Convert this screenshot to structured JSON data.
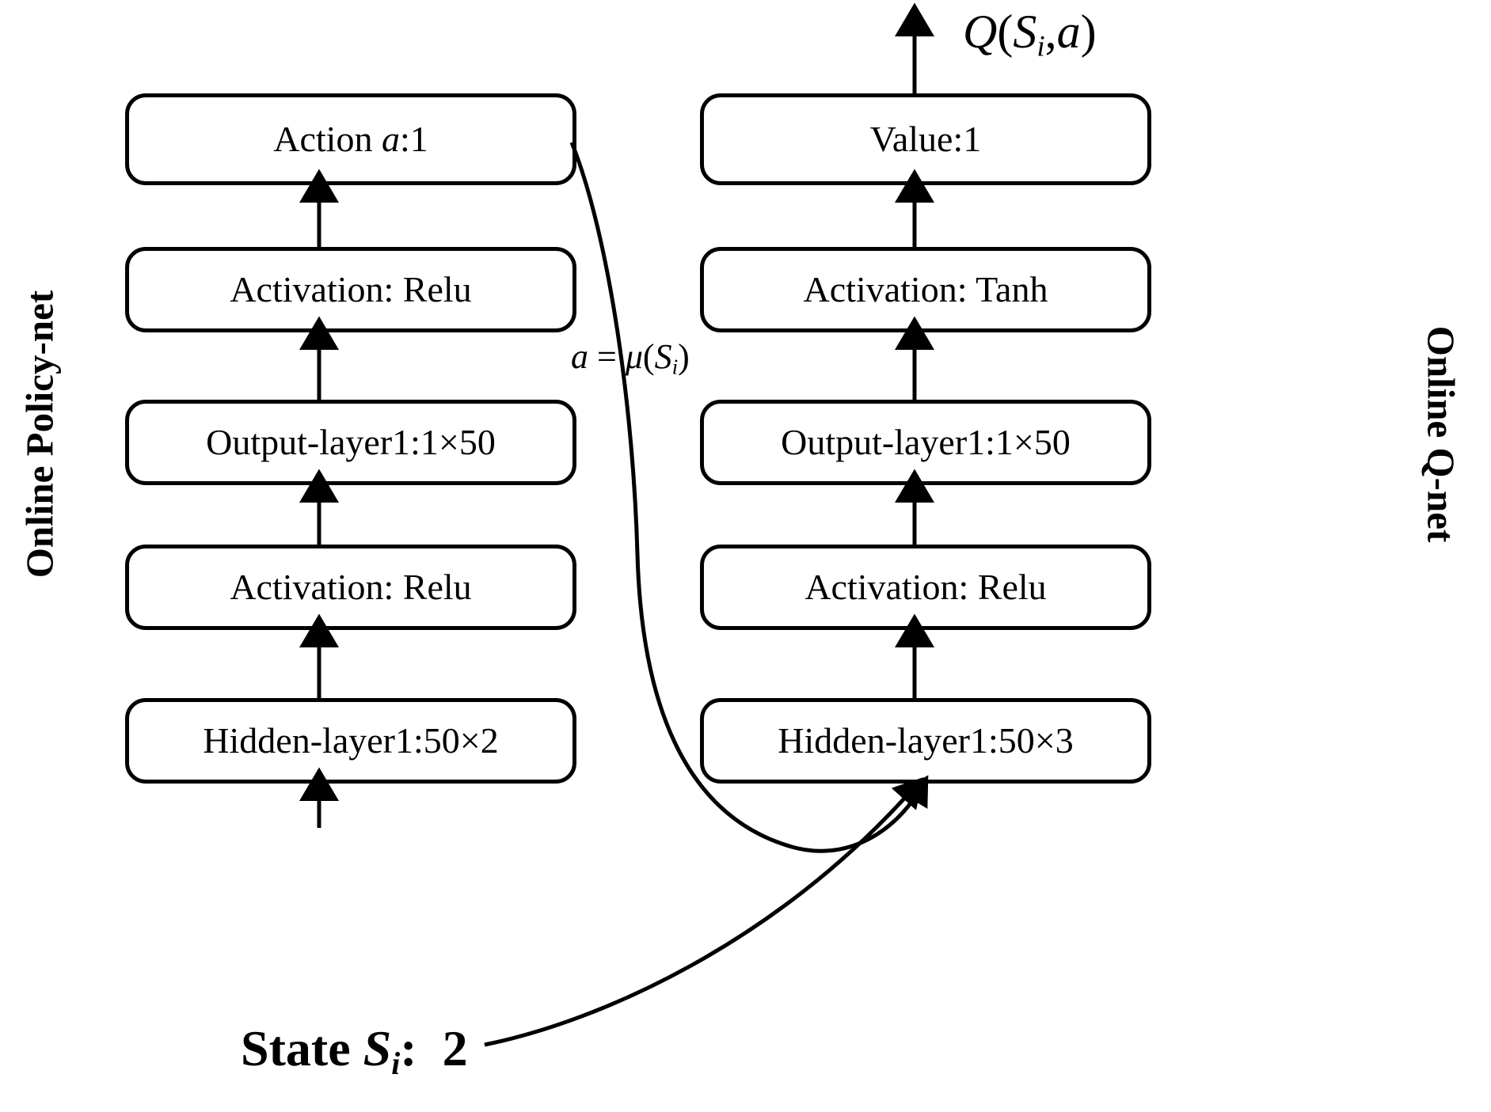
{
  "diagram": {
    "title": "Online Policy-net and Online Q-net architecture",
    "background": "#ffffff",
    "stroke": "#000000"
  },
  "captions": {
    "left": "Online Policy-net",
    "right": "Online Q-net"
  },
  "labels": {
    "q_output": "Q(Sᵢ,a)",
    "q_output_parts": {
      "fn": "Q",
      "open": "(",
      "state": "S",
      "sub": "i",
      "comma": ",",
      "action": "a",
      "close": ")"
    },
    "policy_map": "a = μ(Sᵢ)",
    "policy_map_parts": {
      "action": "a",
      "eq": "=",
      "mu": "μ",
      "open": "(",
      "state": "S",
      "sub": "i",
      "close": ")"
    },
    "state_input": "State Sᵢ: 2",
    "state_input_parts": {
      "word": "State",
      "symbol": "S",
      "sub": "i",
      "colon": ":",
      "dim": "2"
    }
  },
  "policy_net": {
    "name": "Online Policy-net",
    "nodes": [
      {
        "id": "policy-action",
        "text": "Action a:1",
        "text_parts": {
          "prefix": "Action ",
          "italic": "a",
          "suffix": ":1"
        }
      },
      {
        "id": "policy-act2",
        "text": "Activation: Relu",
        "text_parts": {
          "prefix": "Activation: Relu",
          "italic": "",
          "suffix": ""
        }
      },
      {
        "id": "policy-output1",
        "text": "Output-layer1:1×50",
        "text_parts": {
          "prefix": "Output-layer1:1×50",
          "italic": "",
          "suffix": ""
        }
      },
      {
        "id": "policy-act1",
        "text": "Activation: Relu",
        "text_parts": {
          "prefix": "Activation: Relu",
          "italic": "",
          "suffix": ""
        }
      },
      {
        "id": "policy-hidden1",
        "text": "Hidden-layer1:50×2",
        "text_parts": {
          "prefix": "Hidden-layer1:50×2",
          "italic": "",
          "suffix": ""
        }
      }
    ]
  },
  "q_net": {
    "name": "Online Q-net",
    "nodes": [
      {
        "id": "q-value",
        "text": "Value:1",
        "text_parts": {
          "prefix": "Value:1",
          "italic": "",
          "suffix": ""
        }
      },
      {
        "id": "q-act2",
        "text": "Activation: Tanh",
        "text_parts": {
          "prefix": "Activation: Tanh",
          "italic": "",
          "suffix": ""
        }
      },
      {
        "id": "q-output1",
        "text": "Output-layer1:1×50",
        "text_parts": {
          "prefix": "Output-layer1:1×50",
          "italic": "",
          "suffix": ""
        }
      },
      {
        "id": "q-act1",
        "text": "Activation: Relu",
        "text_parts": {
          "prefix": "Activation: Relu",
          "italic": "",
          "suffix": ""
        }
      },
      {
        "id": "q-hidden1",
        "text": "Hidden-layer1:50×3",
        "text_parts": {
          "prefix": "Hidden-layer1:50×3",
          "italic": "",
          "suffix": ""
        }
      }
    ]
  },
  "connections": [
    {
      "from": "state-input",
      "to": "policy-hidden1",
      "style": "straight-arrow"
    },
    {
      "from": "policy-hidden1",
      "to": "policy-act1",
      "style": "straight-arrow"
    },
    {
      "from": "policy-act1",
      "to": "policy-output1",
      "style": "straight-arrow"
    },
    {
      "from": "policy-output1",
      "to": "policy-act2",
      "style": "straight-arrow"
    },
    {
      "from": "policy-act2",
      "to": "policy-action",
      "style": "straight-arrow"
    },
    {
      "from": "q-hidden1",
      "to": "q-act1",
      "style": "straight-arrow"
    },
    {
      "from": "q-act1",
      "to": "q-output1",
      "style": "straight-arrow"
    },
    {
      "from": "q-output1",
      "to": "q-act2",
      "style": "straight-arrow"
    },
    {
      "from": "q-act2",
      "to": "q-value",
      "style": "straight-arrow"
    },
    {
      "from": "q-value",
      "to": "q-output-label",
      "style": "straight-arrow"
    },
    {
      "from": "policy-action",
      "to": "q-hidden1",
      "style": "curved-arrow",
      "label": "a = μ(Sᵢ)"
    },
    {
      "from": "state-input",
      "to": "q-hidden1",
      "style": "curved-arrow"
    }
  ]
}
